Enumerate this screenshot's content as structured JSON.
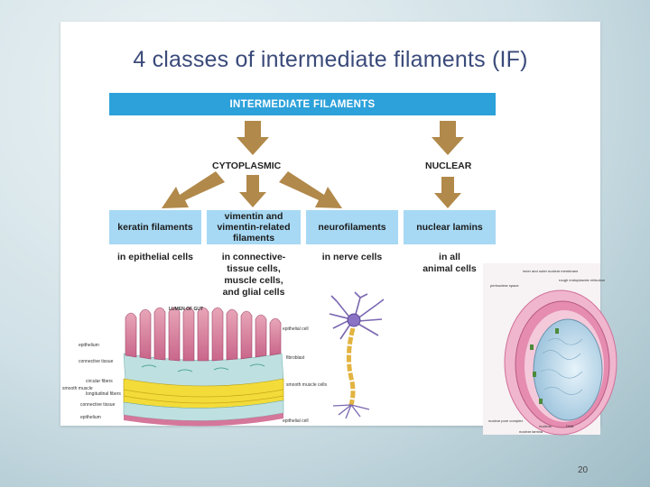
{
  "title": "4 classes of intermediate filaments (IF)",
  "banner": "INTERMEDIATE FILAMENTS",
  "branches": {
    "cyto": "CYTOPLASMIC",
    "nuclear": "NUCLEAR"
  },
  "boxes": [
    {
      "label": "keratin filaments",
      "location": "in epithelial cells"
    },
    {
      "label": "vimentin and vimentin-related filaments",
      "location": "in connective-\ntissue cells,\nmuscle cells,\nand glial cells"
    },
    {
      "label": "neurofilaments",
      "location": "in nerve cells"
    },
    {
      "label": "nuclear lamins",
      "location": "in all\nanimal cells"
    }
  ],
  "gut_labels": {
    "lumen": "LUMEN OF GUT",
    "epithelium": "epithelium",
    "connective": "connective tissue",
    "circular": "circular fibers",
    "longitudinal": "longitudinal fibers",
    "connective2": "connective tissue",
    "epithelium2": "epithelium",
    "smooth_muscle": "smooth muscle",
    "epithelial_cell": "epithelial cell",
    "fibroblast": "fibroblast",
    "smooth_muscle_cells": "smooth muscle cells",
    "epithelial_cell2": "epithelial cell"
  },
  "nucleus_labels": {
    "inner_outer": "inner and outer nuclear membrane",
    "rough_er": "rough endoplasmic reticulum",
    "perinuclear": "perinuclear space",
    "pore": "nuclear pore complex",
    "nucleus": "nucleus",
    "dna": "DNA",
    "lamina": "nuclear lamina"
  },
  "page_number": "20",
  "colors": {
    "banner": "#2da1da",
    "box": "#a7d9f4",
    "arrow": "#b1894a",
    "title": "#3a4a7a"
  }
}
